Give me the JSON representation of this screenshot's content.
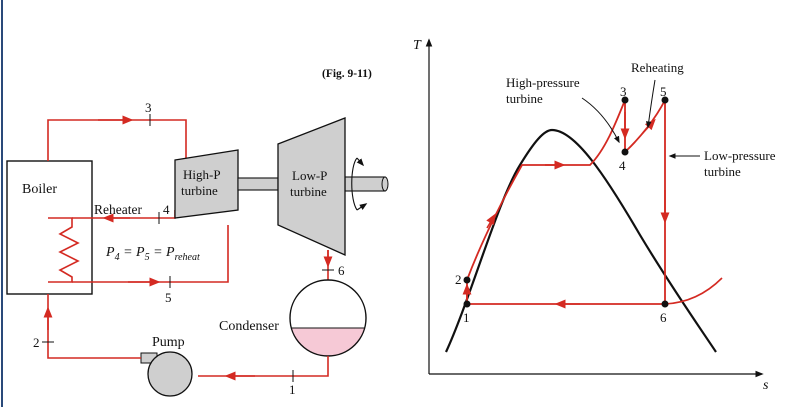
{
  "figure_label": "(Fig. 9-11)",
  "schematic": {
    "boiler": "Boiler",
    "reheater": "Reheater",
    "hp_turbine": [
      "High-P",
      "turbine"
    ],
    "lp_turbine": [
      "Low-P",
      "turbine"
    ],
    "condenser": "Condenser",
    "pump": "Pump",
    "pressure_relation": {
      "p4": "P",
      "sub4": "4",
      "eq1": " = P",
      "sub5": "5",
      "eq2": " = P",
      "subr": "reheat"
    },
    "states": {
      "s1": "1",
      "s2": "2",
      "s3": "3",
      "s4": "4",
      "s5": "5",
      "s6": "6"
    }
  },
  "ts_diagram": {
    "axis_t": "T",
    "axis_s": "s",
    "hp_label": [
      "High-pressure",
      "turbine"
    ],
    "reheat_label": "Reheating",
    "lp_label": [
      "Low-pressure",
      "turbine"
    ],
    "states": {
      "s1": "1",
      "s2": "2",
      "s3": "3",
      "s4": "4",
      "s5": "5",
      "s6": "6"
    }
  },
  "colors": {
    "cycle": "#d42a22",
    "equipment_fill": "#cfcfcf",
    "condensate": "#f6c9d6"
  }
}
